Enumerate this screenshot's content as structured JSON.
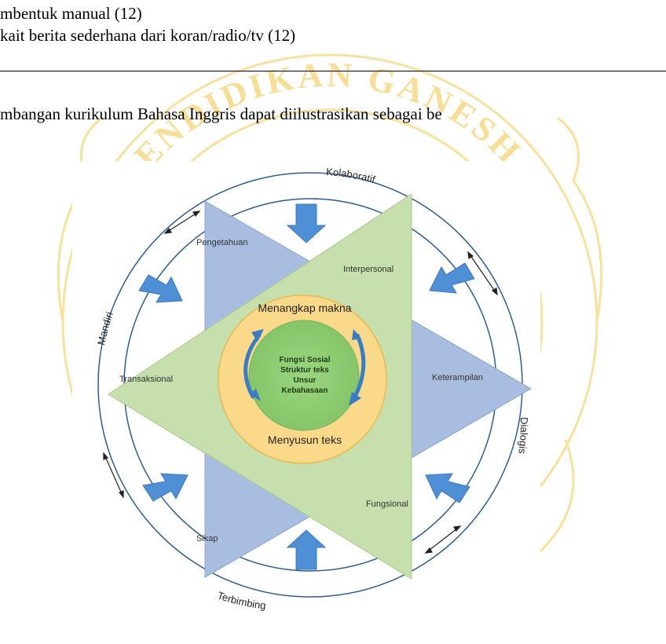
{
  "document": {
    "lines": [
      "mbentuk manual (12)",
      "kait berita sederhana dari koran/radio/tv (12)"
    ],
    "intro": "mbangan kurikulum Bahasa Inggris dapat diilustrasikan sebagai be"
  },
  "watermark": {
    "seal_text": "PENDIDIKAN GANESHA",
    "color": "#f3d06a"
  },
  "figure": {
    "ring_labels": {
      "top": "Kolaboratif",
      "left": "Mandiri",
      "right": "Dialogis",
      "bottom": "Terbimbing"
    },
    "blue_triangle": [
      "Pengetahuan",
      "Keterampilan",
      "Sikap"
    ],
    "green_triangle": [
      "Interpersonal",
      "Transaksional",
      "Fungsional"
    ],
    "inner_top": "Menangkap makna",
    "inner_bottom": "Menyusun teks",
    "core": [
      "Fungsi Sosial",
      "Struktur teks",
      "Unsur",
      "Kebahasaan"
    ],
    "colors": {
      "blue": "#a9bde0",
      "green": "#c6dfad",
      "yellow": "#fbd98a",
      "core": "#8fcc73",
      "arrow": "#4f8fd6",
      "ring": "#2e5d8c"
    }
  }
}
